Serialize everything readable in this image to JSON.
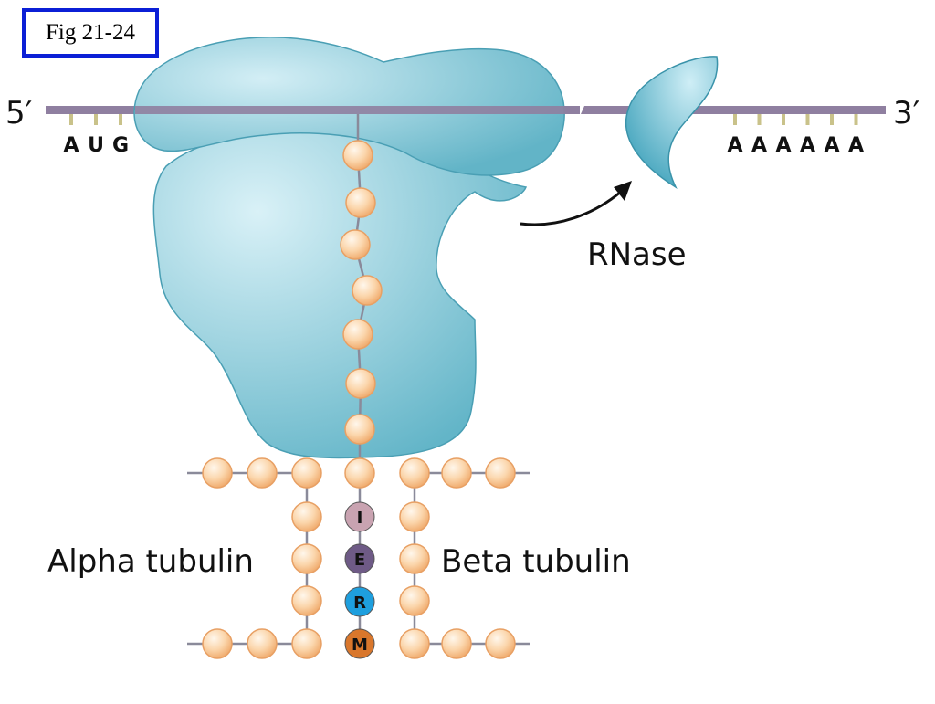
{
  "figure_label": "Fig 21-24",
  "mrna": {
    "five_prime": "5′",
    "three_prime": "3′",
    "start_codon": [
      "A",
      "U",
      "G"
    ],
    "poly_a": [
      "A",
      "A",
      "A",
      "A",
      "A",
      "A"
    ]
  },
  "enzyme_label": "RNase",
  "left_label": "Alpha tubulin",
  "right_label": "Beta tubulin",
  "terminal_residues": [
    {
      "letter": "M",
      "color": "#d9772c"
    },
    {
      "letter": "R",
      "color": "#1e9fde"
    },
    {
      "letter": "E",
      "color": "#6e5a86"
    },
    {
      "letter": "I",
      "color": "#c9a3b1"
    }
  ],
  "colors": {
    "ribosome": "#66b7c9",
    "ribosome_light": "#c9e9f1",
    "mrna": "#8f7fa0",
    "tick": "#c9c28a",
    "bead": "#f7c28c",
    "bead_light": "#fff4e4",
    "bead_edge": "#e8a064",
    "chain": "#8a8a9a"
  }
}
